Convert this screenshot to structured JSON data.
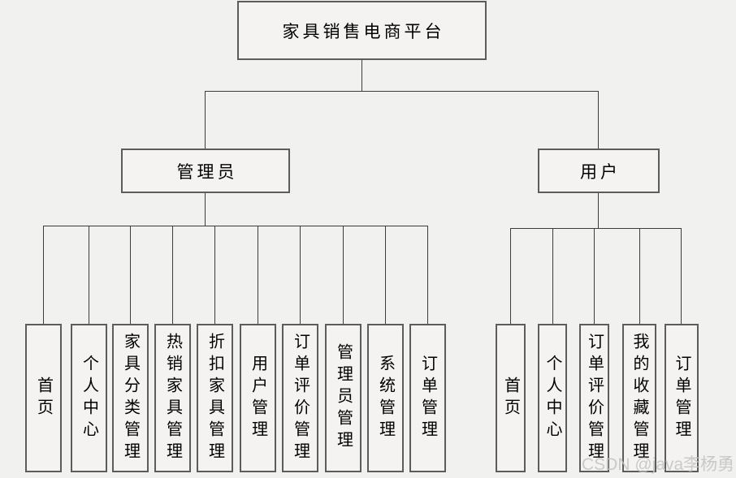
{
  "colors": {
    "bg": "#f1f1ef",
    "fill": "#f4f3f1",
    "border": "#5c5c5c",
    "line": "#3c3c3c",
    "text": "#000000",
    "watermark": "#c3c3c3"
  },
  "diagram": {
    "root": {
      "label": "家具销售电商平台"
    },
    "branches": [
      {
        "label": "管理员",
        "children": [
          "首页",
          "个人中心",
          "家具分类管理",
          "热销家具管理",
          "折扣家具管理",
          "用户管理",
          "订单评价管理",
          "管理员管理",
          "系统管理",
          "订单管理"
        ]
      },
      {
        "label": "用户",
        "children": [
          "首页",
          "个人中心",
          "订单评价管理",
          "我的收藏管理",
          "订单管理"
        ]
      }
    ],
    "watermark": "CSDN @java李杨勇"
  }
}
